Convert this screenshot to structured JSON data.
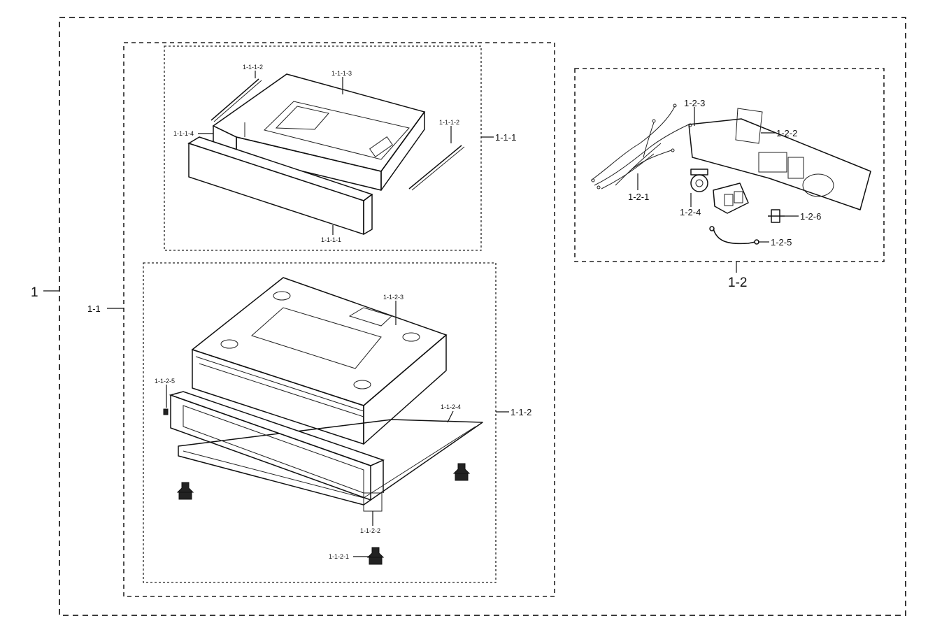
{
  "diagram": {
    "groups": [
      {
        "id": "1",
        "label": "1"
      },
      {
        "id": "1-1",
        "label": "1-1"
      },
      {
        "id": "1-1-1",
        "label": "1-1-1"
      },
      {
        "id": "1-1-2",
        "label": "1-1-2"
      },
      {
        "id": "1-2",
        "label": "1-2"
      }
    ],
    "parts": {
      "p_1_1_1_1": "1-1-1-1",
      "p_1_1_1_2a": "1-1-1-2",
      "p_1_1_1_2b": "1-1-1-2",
      "p_1_1_1_3": "1-1-1-3",
      "p_1_1_1_4": "1-1-1-4",
      "p_1_1_2_1": "1-1-2-1",
      "p_1_1_2_2": "1-1-2-2",
      "p_1_1_2_3": "1-1-2-3",
      "p_1_1_2_4": "1-1-2-4",
      "p_1_1_2_5": "1-1-2-5",
      "p_1_2_1": "1-2-1",
      "p_1_2_2": "1-2-2",
      "p_1_2_3": "1-2-3",
      "p_1_2_4": "1-2-4",
      "p_1_2_5": "1-2-5",
      "p_1_2_6": "1-2-6"
    }
  }
}
